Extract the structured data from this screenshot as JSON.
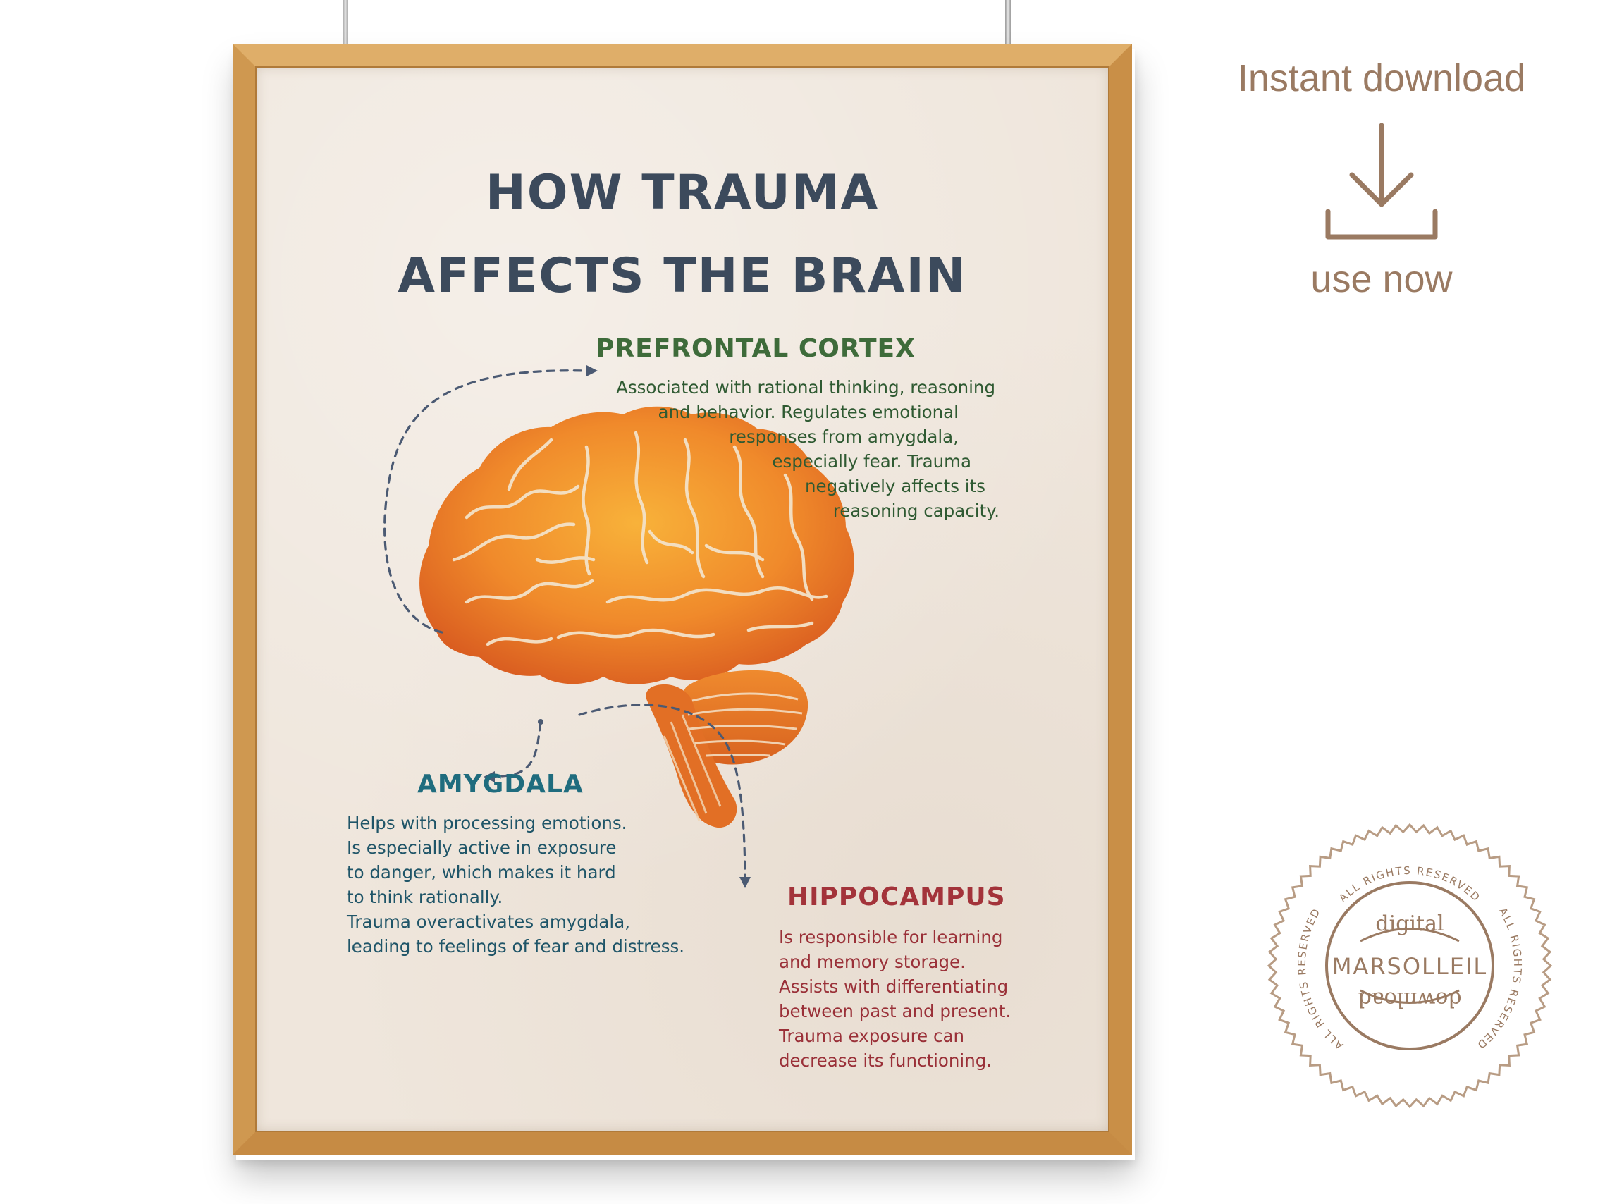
{
  "poster": {
    "title_line1": "HOW TRAUMA",
    "title_line2": "AFFECTS THE BRAIN",
    "prefrontal": {
      "heading": "PREFRONTAL CORTEX",
      "lines": [
        "Associated with rational thinking, reasoning",
        "and behavior. Regulates emotional",
        "responses from amygdala,",
        "especially fear. Trauma",
        "negatively affects its",
        "reasoning capacity."
      ]
    },
    "amygdala": {
      "heading": "AMYGDALA",
      "lines": [
        "Helps with processing emotions.",
        "Is especially active in exposure",
        "to danger, which makes it hard",
        "to think rationally.",
        "Trauma overactivates amygdala,",
        "leading to feelings of fear and distress."
      ]
    },
    "hippocampus": {
      "heading": "HIPPOCAMPUS",
      "lines": [
        "Is responsible for learning",
        "and memory storage.",
        "Assists with differentiating",
        "between past and present.",
        "Trauma exposure can",
        "decrease its functioning."
      ]
    }
  },
  "download": {
    "label": "Instant download",
    "icon": "download-tray-icon",
    "sub_label": "use now"
  },
  "seal": {
    "ring_text": "ALL RIGHTS RESERVED",
    "top_word": "digital",
    "brand": "MARSOLLEIL",
    "bottom_word": "download"
  },
  "colors": {
    "frame_wood": "#d9a45c",
    "paper": "#efe6dc",
    "title": "#3c4a5c",
    "prefrontal": "#3e6b3a",
    "amygdala": "#1f6c7e",
    "hippocampus": "#a3333a",
    "brain_orange": "#f0882a",
    "side_text": "#9a7a62"
  }
}
